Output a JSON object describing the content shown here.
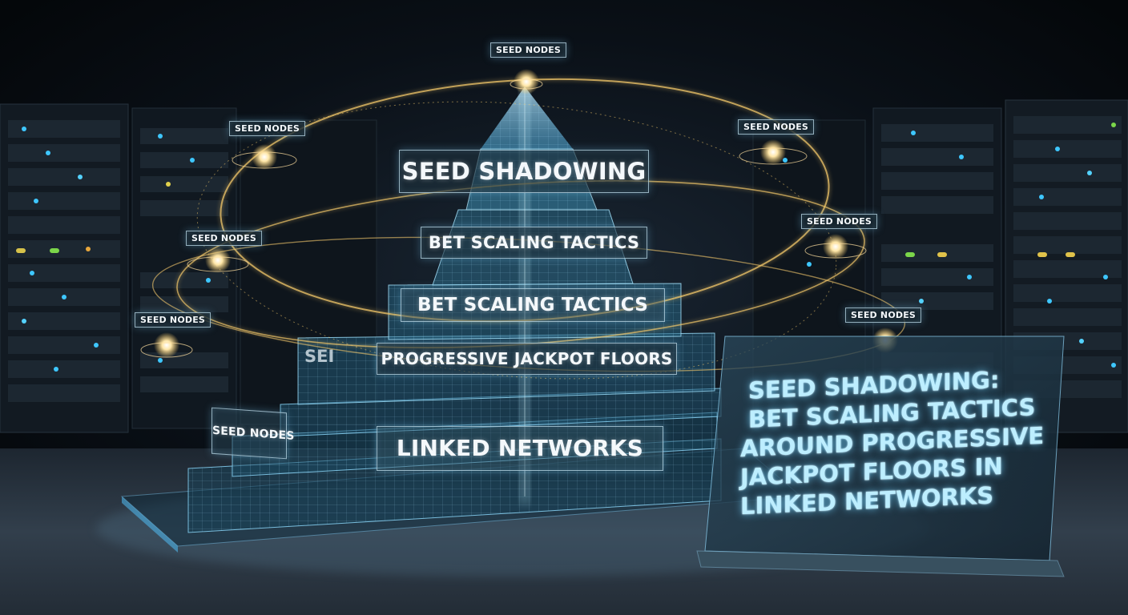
{
  "labels": {
    "top_layer": "SEED SHADOWING",
    "layer_2": "BET SCALING TACTICS",
    "layer_3": "BET SCALING TACTICS",
    "layer_4": "PROGRESSIVE JACKPOT FLOORS",
    "base_layer": "LINKED NETWORKS",
    "side_label": "SEED NODES",
    "fragment": "SEI"
  },
  "seed_nodes": [
    "SEED NODES",
    "SEED NODES",
    "SEED NODES",
    "SEED NODES",
    "SEED NODES",
    "SEED NODES",
    "SEED NODES"
  ],
  "panel": {
    "lines": [
      "SEED SHADOWING:",
      "BET SCALING TACTICS",
      "AROUND PROGRESSIVE",
      "JACKPOT FLOORS IN",
      "LINKED NETWORKS"
    ]
  },
  "colors": {
    "background": "#05080c",
    "hologram_cyan": "#6fd6ff",
    "orbit_gold": "#f2c76a",
    "server_rack": "#141c24"
  },
  "icons": {
    "node": "glowing-node-icon",
    "pyramid": "data-pyramid-icon"
  }
}
